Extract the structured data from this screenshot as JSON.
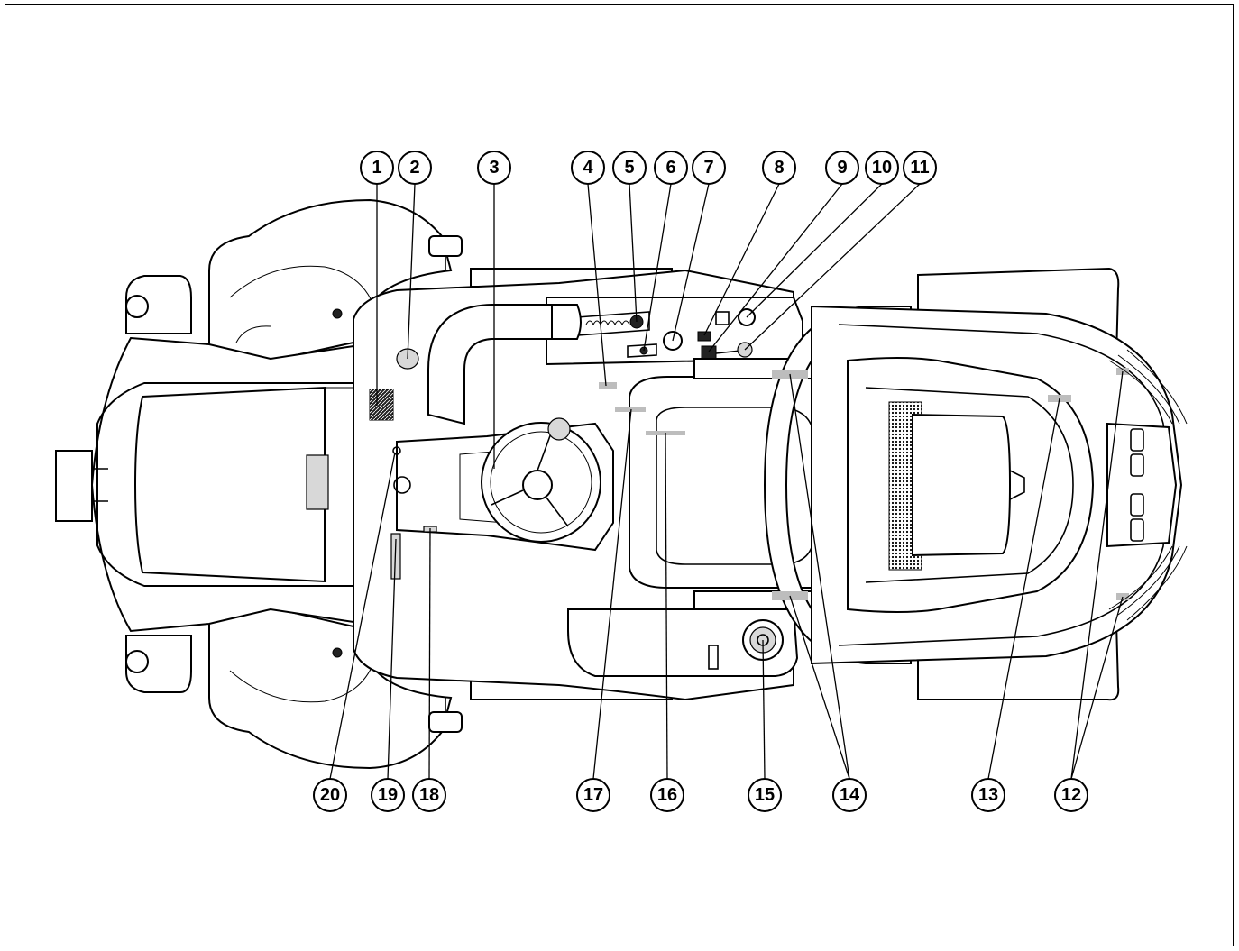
{
  "diagram": {
    "callouts": [
      {
        "id": "1"
      },
      {
        "id": "2"
      },
      {
        "id": "3"
      },
      {
        "id": "4"
      },
      {
        "id": "5"
      },
      {
        "id": "6"
      },
      {
        "id": "7"
      },
      {
        "id": "8"
      },
      {
        "id": "9"
      },
      {
        "id": "10"
      },
      {
        "id": "11"
      },
      {
        "id": "12"
      },
      {
        "id": "13"
      },
      {
        "id": "14"
      },
      {
        "id": "15"
      },
      {
        "id": "16"
      },
      {
        "id": "17"
      },
      {
        "id": "18"
      },
      {
        "id": "19"
      },
      {
        "id": "20"
      }
    ]
  }
}
